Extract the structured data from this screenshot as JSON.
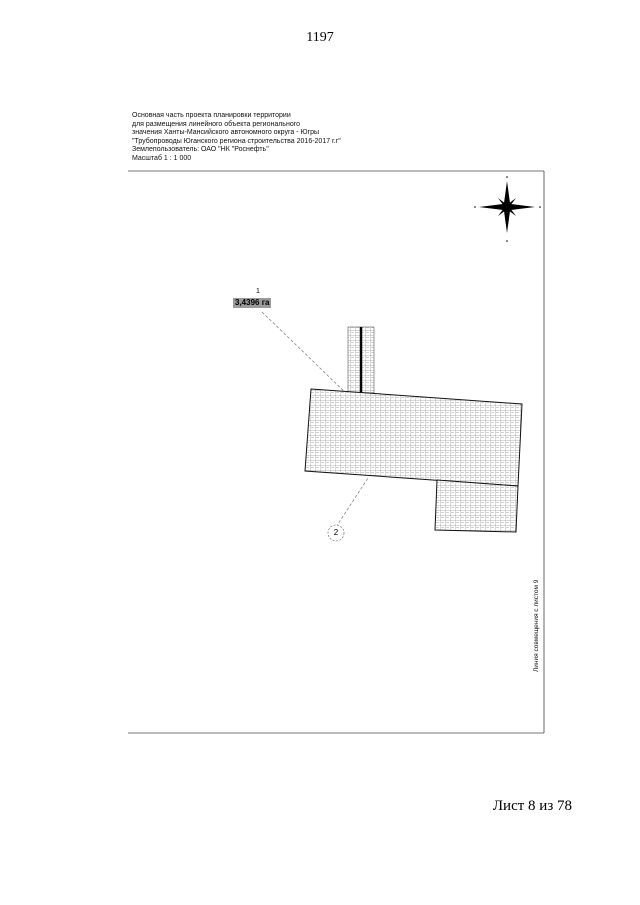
{
  "page": {
    "number": "1197",
    "footer": "Лист 8 из 78"
  },
  "header": {
    "lines": [
      "Основная часть проекта планировки территории",
      "для размещения линейного объекта регионального",
      "значения Ханты-Мансийского автономного округа - Югры",
      "\"Трубопроводы Юганского региона строительства 2016-2017 г.г\"",
      "Землепользователь: ОАО \"НК \"Роснефть\"",
      "Масштаб 1 : 1 000"
    ]
  },
  "map": {
    "parcel_number": "1",
    "parcel_area": "3,4396 га",
    "point_label": "2",
    "match_line_note": "Линия совмещения с листом 9",
    "north_arrow": "north-arrow-icon",
    "colors": {
      "area_label_bg": "#9a9a9a",
      "hatch": "#555555"
    }
  }
}
